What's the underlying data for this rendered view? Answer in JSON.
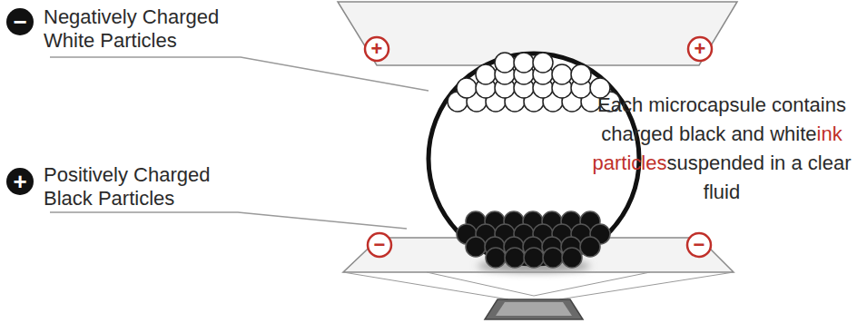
{
  "diagram": {
    "labels": [
      "−",
      "Negatively Charged White Particles",
      "+",
      "Positively Charged Black Particles",
      "+",
      "+",
      "−",
      "−",
      "Each microcapsule contains charged black and white",
      "ink particles",
      "suspended in a clear fluid"
    ]
  }
}
